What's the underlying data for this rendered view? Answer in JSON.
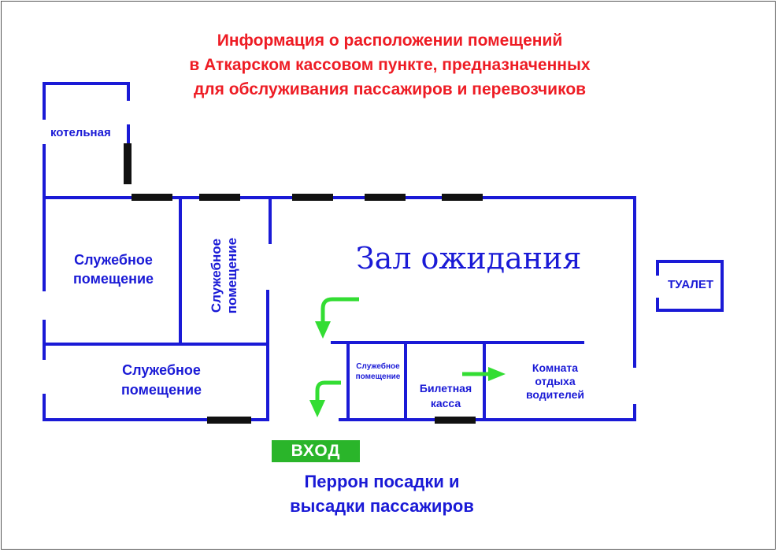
{
  "title": {
    "line1": "Информация о расположении помещений",
    "line2": "в  Аткарском кассовом пункте, предназначенных",
    "line3": "для обслуживания пассажиров и перевозчиков"
  },
  "rooms": {
    "boiler_room": "котельная",
    "service_room_left": "Служебное\nпомещение",
    "service_room_vertical": "Служебное\nпомещение",
    "service_room_bottom": "Служебное\nпомещение",
    "waiting_hall": "Зал  ожидания",
    "service_room_small": "Служебное\nпомещение",
    "ticket_office": "Билетная\nкасса",
    "driver_rest_room": "Комната\nотдыха\nводителей",
    "toilet": "ТУАЛЕТ"
  },
  "entrance": {
    "label": "ВХОД"
  },
  "platform": {
    "label": "Перрон посадки и\nвысадки пассажиров"
  },
  "colors": {
    "title": "#ee1c24",
    "walls": "#1a1ad6",
    "windows": "#111111",
    "arrows": "#33dd33",
    "entrance_badge": "#2ab52a"
  }
}
